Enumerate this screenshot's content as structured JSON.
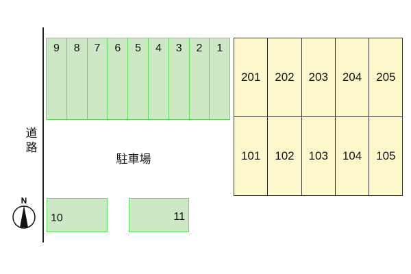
{
  "road_label": "道路",
  "lot_label": "駐車場",
  "compass_label": "N",
  "top_slots": [
    "9",
    "8",
    "7",
    "6",
    "5",
    "4",
    "3",
    "2",
    "1"
  ],
  "bottom_slots": [
    "10",
    "11"
  ],
  "building": {
    "upper_row": [
      "201",
      "202",
      "203",
      "204",
      "205"
    ],
    "lower_row": [
      "101",
      "102",
      "103",
      "104",
      "105"
    ]
  },
  "colors": {
    "parking_fill": "#cde8c4",
    "parking_border": "#5ce05c",
    "unit_fill": "#fdf8cc"
  }
}
